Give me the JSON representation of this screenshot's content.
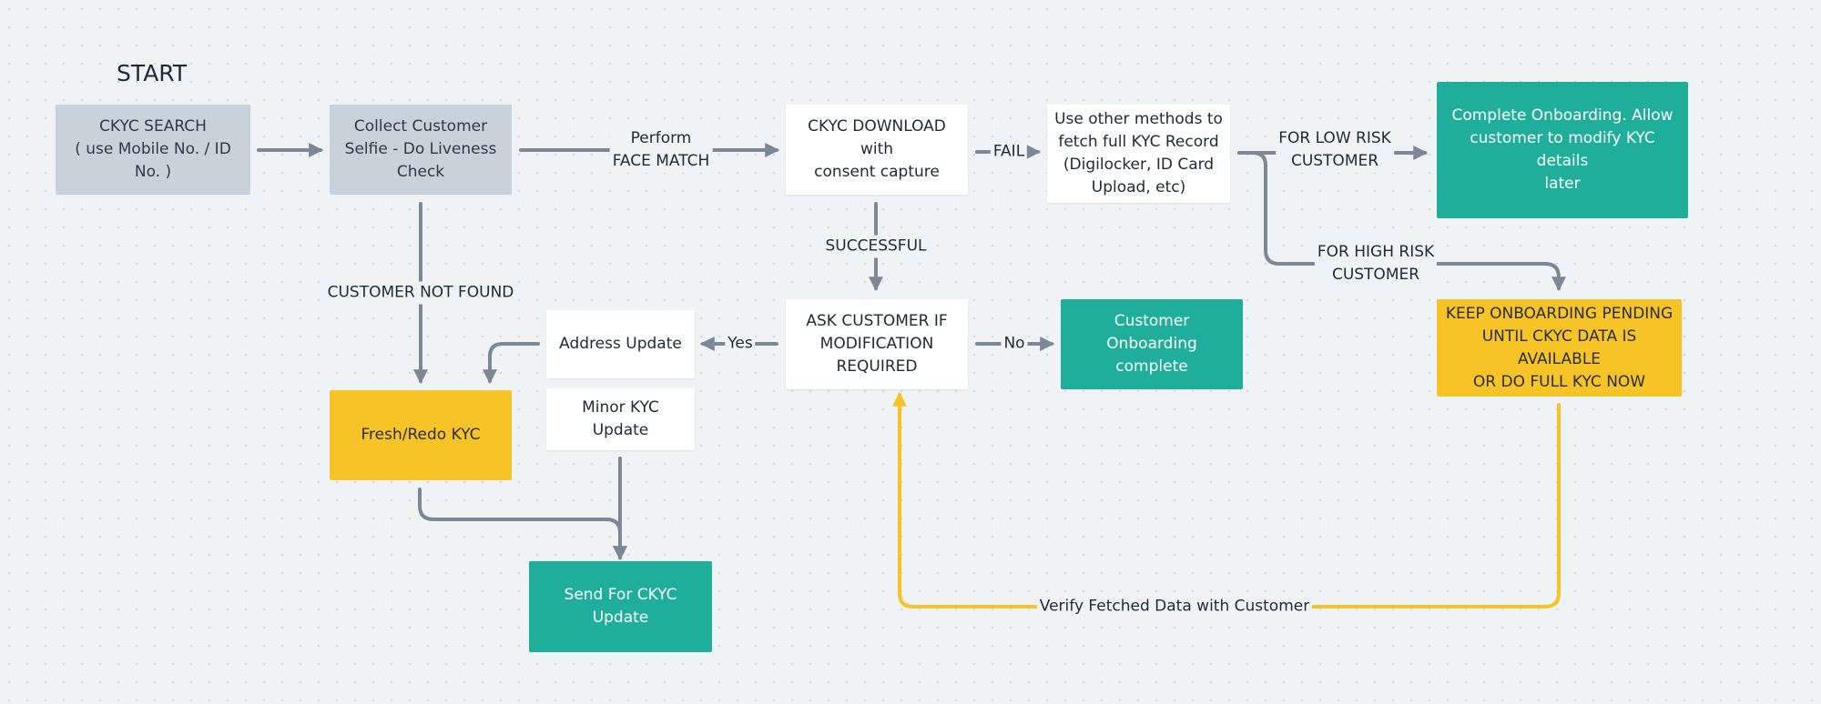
{
  "title": "START",
  "nodes": {
    "ckyc_search": "CKYC SEARCH\n( use Mobile No. / ID No. )",
    "collect_selfie": "Collect Customer\nSelfie - Do Liveness\nCheck",
    "ckyc_download": "CKYC DOWNLOAD with\nconsent capture",
    "other_methods": "Use other methods to\nfetch full KYC Record\n(Digilocker, ID Card\nUpload, etc)",
    "complete_onboarding": "Complete Onboarding. Allow\ncustomer to modify KYC details\nlater",
    "ask_customer": "ASK CUSTOMER IF\nMODIFICATION\nREQUIRED",
    "address_update": "Address Update",
    "minor_kyc_update": "Minor KYC Update",
    "customer_onboarding_complete": "Customer Onboarding\ncomplete",
    "keep_pending": "KEEP ONBOARDING PENDING\nUNTIL CKYC  DATA IS\nAVAILABLE\nOR DO FULL KYC NOW",
    "fresh_redo_kyc": "Fresh/Redo KYC",
    "send_ckyc_update": "Send For CKYC Update"
  },
  "edge_labels": {
    "face_match": "Perform\nFACE MATCH",
    "fail": "FAIL",
    "low_risk": "FOR LOW RISK\nCUSTOMER",
    "high_risk": "FOR HIGH RISK\nCUSTOMER",
    "successful": "SUCCESSFUL",
    "not_found": "CUSTOMER NOT FOUND",
    "yes": "Yes",
    "no": "No",
    "verify": "Verify Fetched Data with Customer"
  },
  "colors": {
    "connector": "#7c8896",
    "loop_connector": "#f7c427",
    "gray_node": "#c8d2db",
    "teal_node": "#1fae99",
    "yellow_node": "#f7c427",
    "white_node": "#ffffff"
  }
}
